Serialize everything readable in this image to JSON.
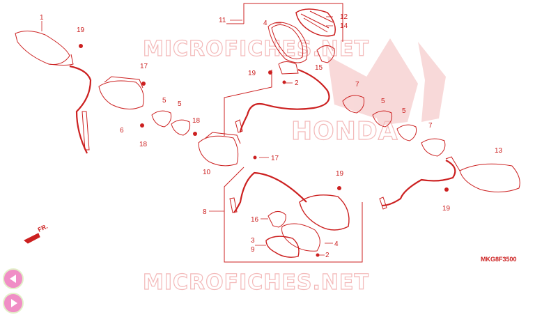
{
  "watermark": {
    "top": "MICROFICHES.NET",
    "bottom": "MICROFICHES.NET",
    "brand": "HONDA"
  },
  "diagram_code": "MKG8F3500",
  "front_marker": "FR.",
  "labels": [
    "1",
    "19",
    "17",
    "6",
    "18",
    "5",
    "5",
    "18",
    "10",
    "17",
    "11",
    "4",
    "12",
    "14",
    "19",
    "2",
    "15",
    "7",
    "5",
    "5",
    "7",
    "13",
    "19",
    "19",
    "8",
    "16",
    "4",
    "3",
    "9",
    "2"
  ],
  "nav": {
    "prev": "previous-page",
    "next": "next-page"
  }
}
